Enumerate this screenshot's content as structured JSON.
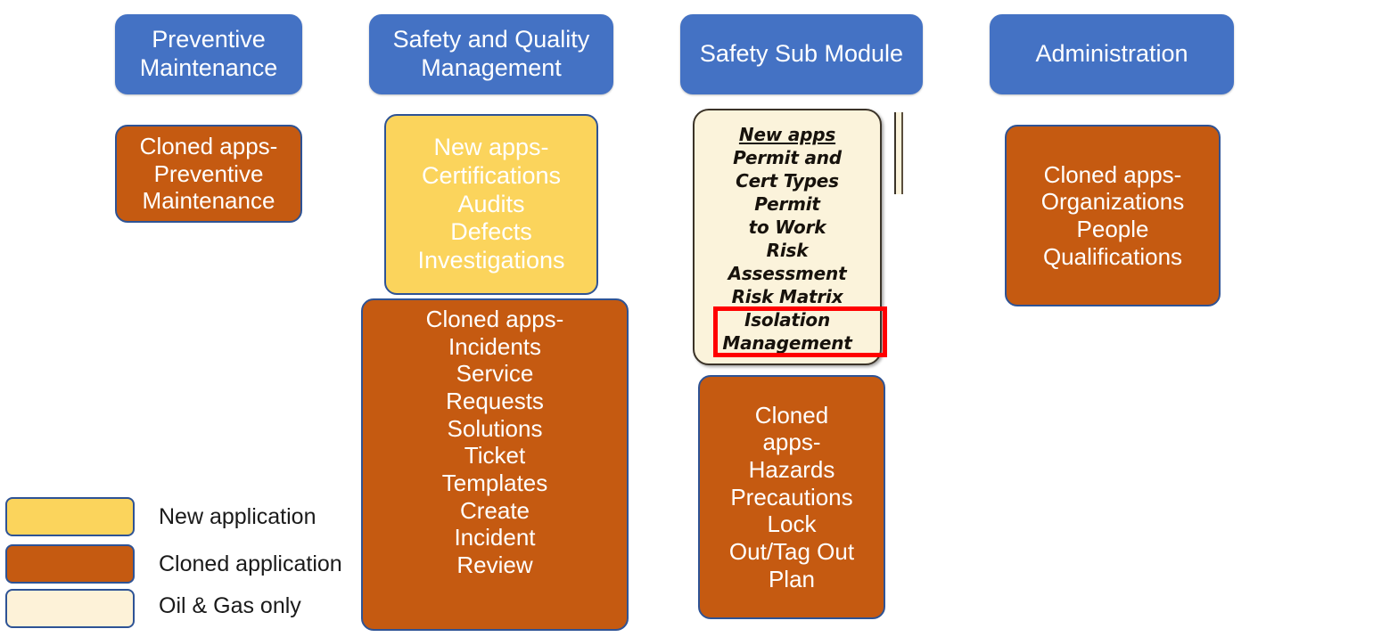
{
  "colors": {
    "header_blue": "#4472C4",
    "cloned_orange": "#C55A11",
    "new_yellow": "#FBD45C",
    "oil_gas_cream": "#FBF3DB",
    "border_blue": "#2E5395",
    "highlight_red": "#FF0000",
    "text_white": "#FFFFFF",
    "text_dark": "#1A1A1A"
  },
  "columns": [
    {
      "id": "preventive-maintenance",
      "header": "Preventive Maintenance",
      "header_lines": [
        "Preventive",
        "Maintenance"
      ],
      "cards": [
        {
          "id": "cloned-preventive-maintenance",
          "type": "cloned",
          "lines": [
            "Cloned apps-",
            "Preventive",
            "Maintenance"
          ]
        }
      ]
    },
    {
      "id": "safety-and-quality-management",
      "header": "Safety and Quality Management",
      "header_lines": [
        "Safety and Quality",
        "Management"
      ],
      "cards": [
        {
          "id": "new-apps-safety-quality",
          "type": "new",
          "lines": [
            "New apps-",
            "Certifications",
            "Audits",
            "Defects",
            "Investigations"
          ]
        },
        {
          "id": "cloned-apps-safety-quality",
          "type": "cloned",
          "lines": [
            "Cloned apps-",
            "Incidents",
            "Service",
            "Requests",
            "Solutions",
            "Ticket",
            "Templates",
            "Create",
            "Incident",
            "Review"
          ]
        }
      ]
    },
    {
      "id": "safety-sub-module",
      "header": "Safety Sub Module",
      "header_lines": [
        "Safety Sub",
        "Module"
      ],
      "cards": [
        {
          "id": "oil-gas-new-apps",
          "type": "oilgas",
          "lines": [
            "New apps",
            "Permit and",
            "Cert Types",
            "Permit",
            "to Work",
            "Risk",
            "Assessment",
            "Risk Matrix",
            "Isolation",
            "Management"
          ],
          "highlighted_lines": [
            "Isolation",
            "Management"
          ]
        },
        {
          "id": "cloned-apps-safety-sub",
          "type": "cloned",
          "lines": [
            "Cloned",
            "apps-",
            "Hazards",
            "Precautions",
            "Lock",
            "Out/Tag Out",
            "Plan"
          ]
        }
      ]
    },
    {
      "id": "administration",
      "header": "Administration",
      "header_lines": [
        "Administration"
      ],
      "cards": [
        {
          "id": "cloned-apps-administration",
          "type": "cloned",
          "lines": [
            "Cloned apps-",
            "Organizations",
            "People",
            "Qualifications"
          ]
        }
      ]
    }
  ],
  "legend": {
    "items": [
      {
        "id": "new-application",
        "label": "New application",
        "swatch": "#FBD45C"
      },
      {
        "id": "cloned-application",
        "label": "Cloned application",
        "swatch": "#C55A11"
      },
      {
        "id": "oil-gas-only",
        "label": "Oil & Gas only",
        "swatch": "#FDF2D8"
      }
    ]
  }
}
